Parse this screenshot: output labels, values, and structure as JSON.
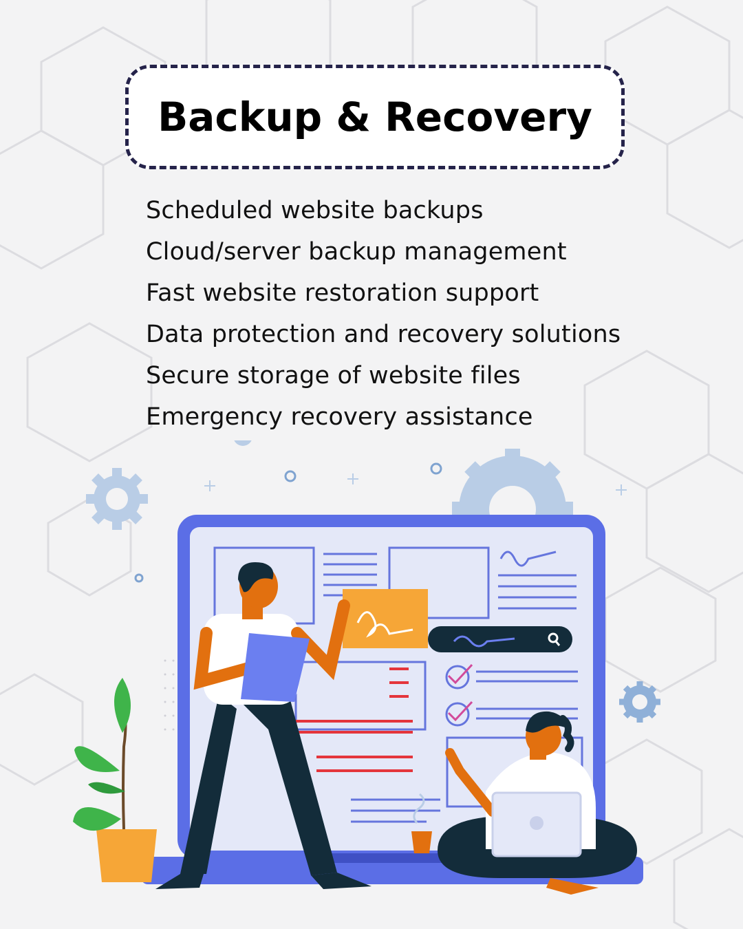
{
  "title": "Backup & Recovery",
  "features": [
    "Scheduled website backups",
    "Cloud/server backup management",
    "Fast website restoration support",
    "Data protection and recovery solutions",
    "Secure storage of website files",
    "Emergency recovery assistance"
  ],
  "colors": {
    "background": "#f3f3f4",
    "title_border": "#25234a",
    "monitor_blue": "#5b6ee6",
    "screen_bg": "#e4e8f8",
    "accent_orange": "#f6a637",
    "accent_red": "#e4353c",
    "dark_navy": "#132c3a",
    "gear_blue": "#b9cde6",
    "leaf_green": "#3fb44a",
    "skin": "#e2700f"
  }
}
